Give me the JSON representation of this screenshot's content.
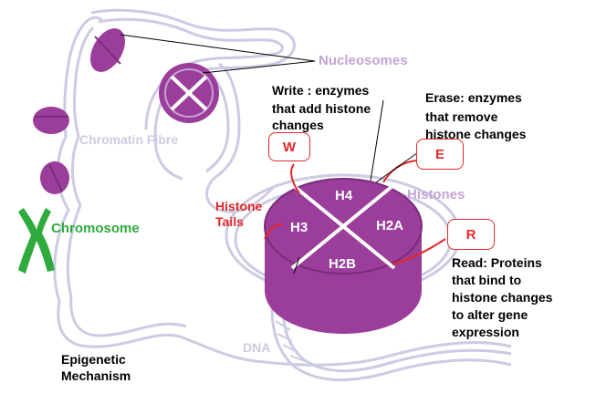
{
  "labels": {
    "nucleosomes": "Nucleosomes",
    "chromatin_fibre": "Chromatin Fibre",
    "chromosome": "Chromosome",
    "write": [
      "Write : enzymes",
      "that add histone",
      "changes"
    ],
    "erase": [
      "Erase: enzymes",
      "that remove",
      "histone changes"
    ],
    "read": [
      "Read: Proteins",
      "that bind to",
      "histone changes",
      "to alter gene",
      "expression"
    ],
    "histone_tails": [
      "Histone",
      "Tails"
    ],
    "histones": "Histones",
    "dna": "DNA",
    "title": [
      "Epigenetic",
      "Mechanism"
    ]
  },
  "boxes": {
    "write": "W",
    "erase": "E",
    "read": "R"
  },
  "histone_sections": {
    "top": "H4",
    "left": "H3",
    "right": "H2A",
    "bottom": "H2B"
  },
  "colors": {
    "nucleosome": "#9b3e9b",
    "fibre": "#cbcbe3",
    "chromosome": "#2eab3c",
    "nucleosome_label": "#c6a3d6",
    "modifier": "#e3282a",
    "text": "#000000"
  }
}
